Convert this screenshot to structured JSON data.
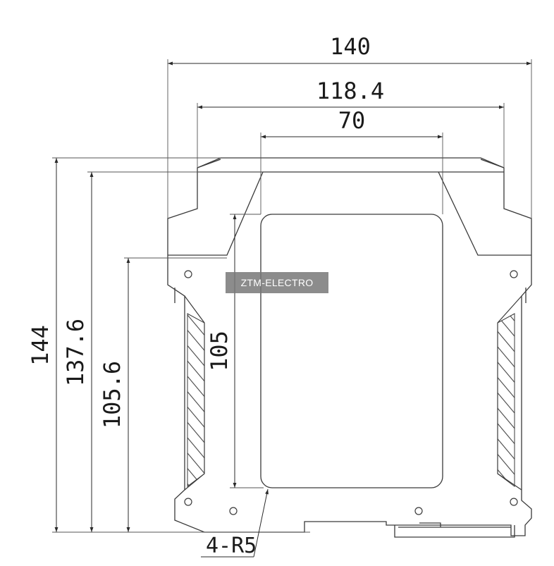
{
  "dimensions": {
    "width_overall": "140",
    "width_mid": "118.4",
    "width_window": "70",
    "height_overall": "144",
    "height_body": "137.6",
    "height_side": "105.6",
    "height_window": "105",
    "corner_radius": "4-R5"
  },
  "watermark": {
    "text": "ZTM-ELECTRO"
  },
  "colors": {
    "line": "#3a3a3a",
    "hatch": "#555555",
    "watermark_bg": "#787878"
  }
}
